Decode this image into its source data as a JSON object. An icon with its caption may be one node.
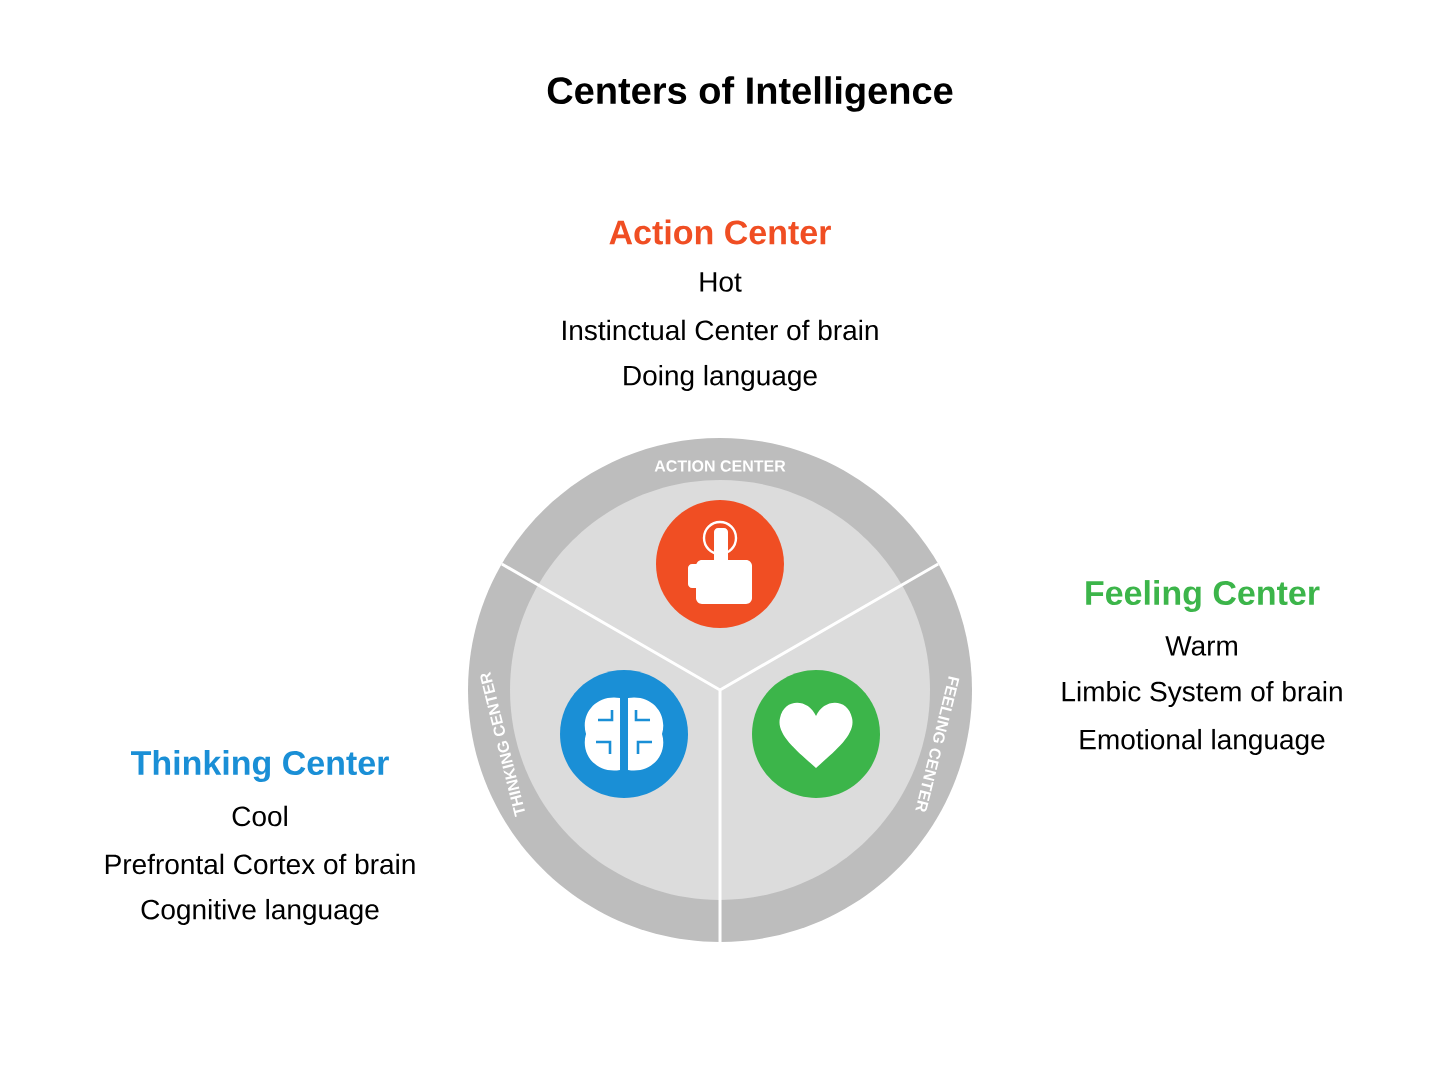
{
  "diagram": {
    "title": "Centers of Intelligence",
    "labels": [
      "Action Center",
      "Hot",
      "Instinctual Center of brain",
      "Doing language",
      "ACTION CENTER",
      "Feeling Center",
      "Warm",
      "Limbic System of brain",
      "Emotional language",
      "FEELING CENTER",
      "Thinking Center",
      "Cool",
      "Prefrontal Cortex of brain",
      "Cognitive language",
      "THINKING CENTER"
    ]
  }
}
